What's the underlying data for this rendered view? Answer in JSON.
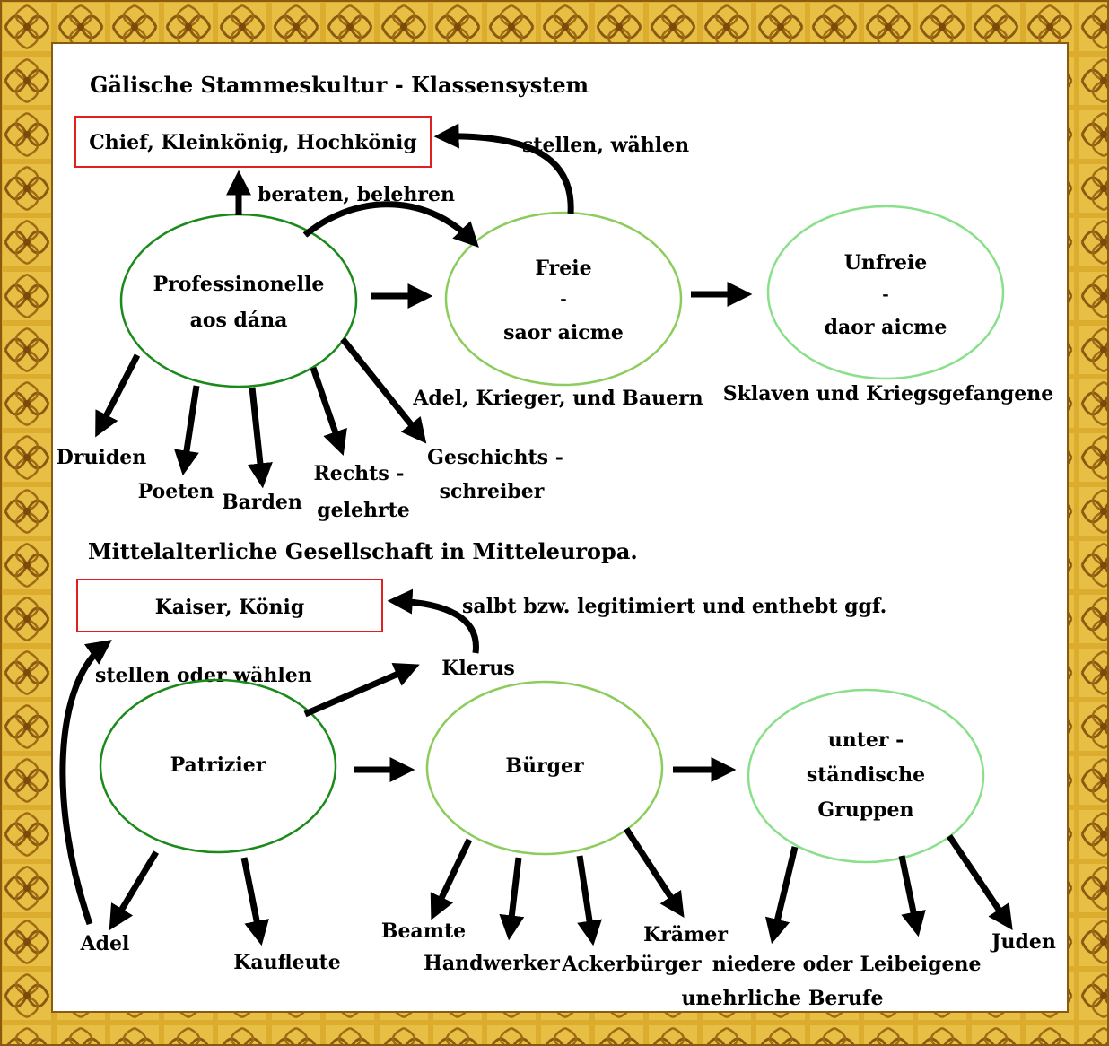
{
  "section1": {
    "title": "Gälische Stammeskultur - Klassensystem",
    "top_box": "Chief, Kleinkönig, Hochkönig",
    "edge_top": "stellen, wählen",
    "edge_advise": "beraten, belehren",
    "node1": {
      "line1": "Professinonelle",
      "line2": "aos dána"
    },
    "node2": {
      "line1": "Freie",
      "line2": "-",
      "line3": "saor aicme"
    },
    "node3": {
      "line1": "Unfreie",
      "line2": "-",
      "line3": "daor aicme"
    },
    "node2_caption": "Adel, Krieger, und Bauern",
    "node3_caption": "Sklaven und Kriegsgefangene",
    "leaves": {
      "druiden": "Druiden",
      "poeten": "Poeten",
      "barden": "Barden",
      "rechts_1": "Rechts -",
      "rechts_2": "gelehrte",
      "gesch_1": "Geschichts -",
      "gesch_2": "schreiber"
    }
  },
  "section2": {
    "title": "Mittelalterliche Gesellschaft in Mitteleuropa.",
    "top_box": "Kaiser, König",
    "edge_klerus": "salbt bzw. legitimiert und enthebt ggf.",
    "edge_adel": "stellen oder wählen",
    "klerus": "Klerus",
    "node1": "Patrizier",
    "node2": "Bürger",
    "node3": {
      "line1": "unter -",
      "line2": "ständische",
      "line3": "Gruppen"
    },
    "leaves": {
      "adel": "Adel",
      "kaufleute": "Kaufleute",
      "beamte": "Beamte",
      "handwerker": "Handwerker",
      "ackerbuerger": "Ackerbürger",
      "kraemer": "Krämer",
      "niedere_1": "niedere oder",
      "niedere_2": "unehrliche Berufe",
      "leibeigene": "Leibeigene",
      "juden": "Juden"
    }
  },
  "colors": {
    "box_border": "#e02020",
    "ellipse_dark": "#1a8a1a",
    "ellipse_mid": "#8ccc5c",
    "ellipse_light": "#8ae08a",
    "frame_gold": "#d8a92a"
  }
}
